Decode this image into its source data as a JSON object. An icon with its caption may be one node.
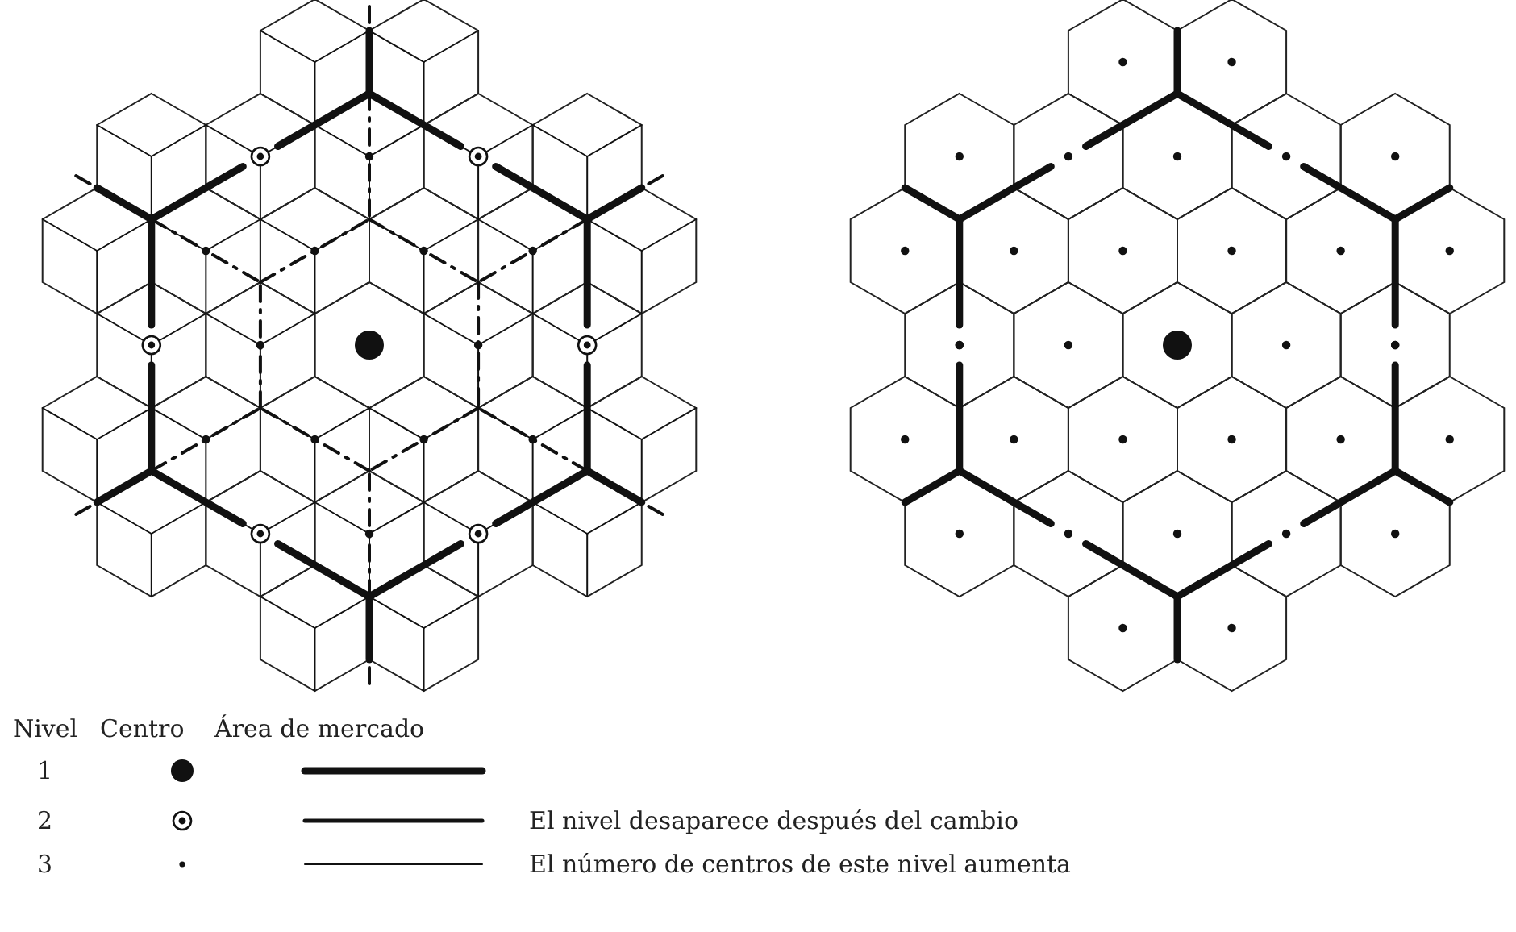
{
  "diagram": {
    "labels": [
      "Nivel",
      "Centro",
      "Área de mercado",
      "1",
      "2",
      "El nivel desaparece después del cambio",
      "3",
      "El número de centros de este nivel aumenta"
    ]
  }
}
